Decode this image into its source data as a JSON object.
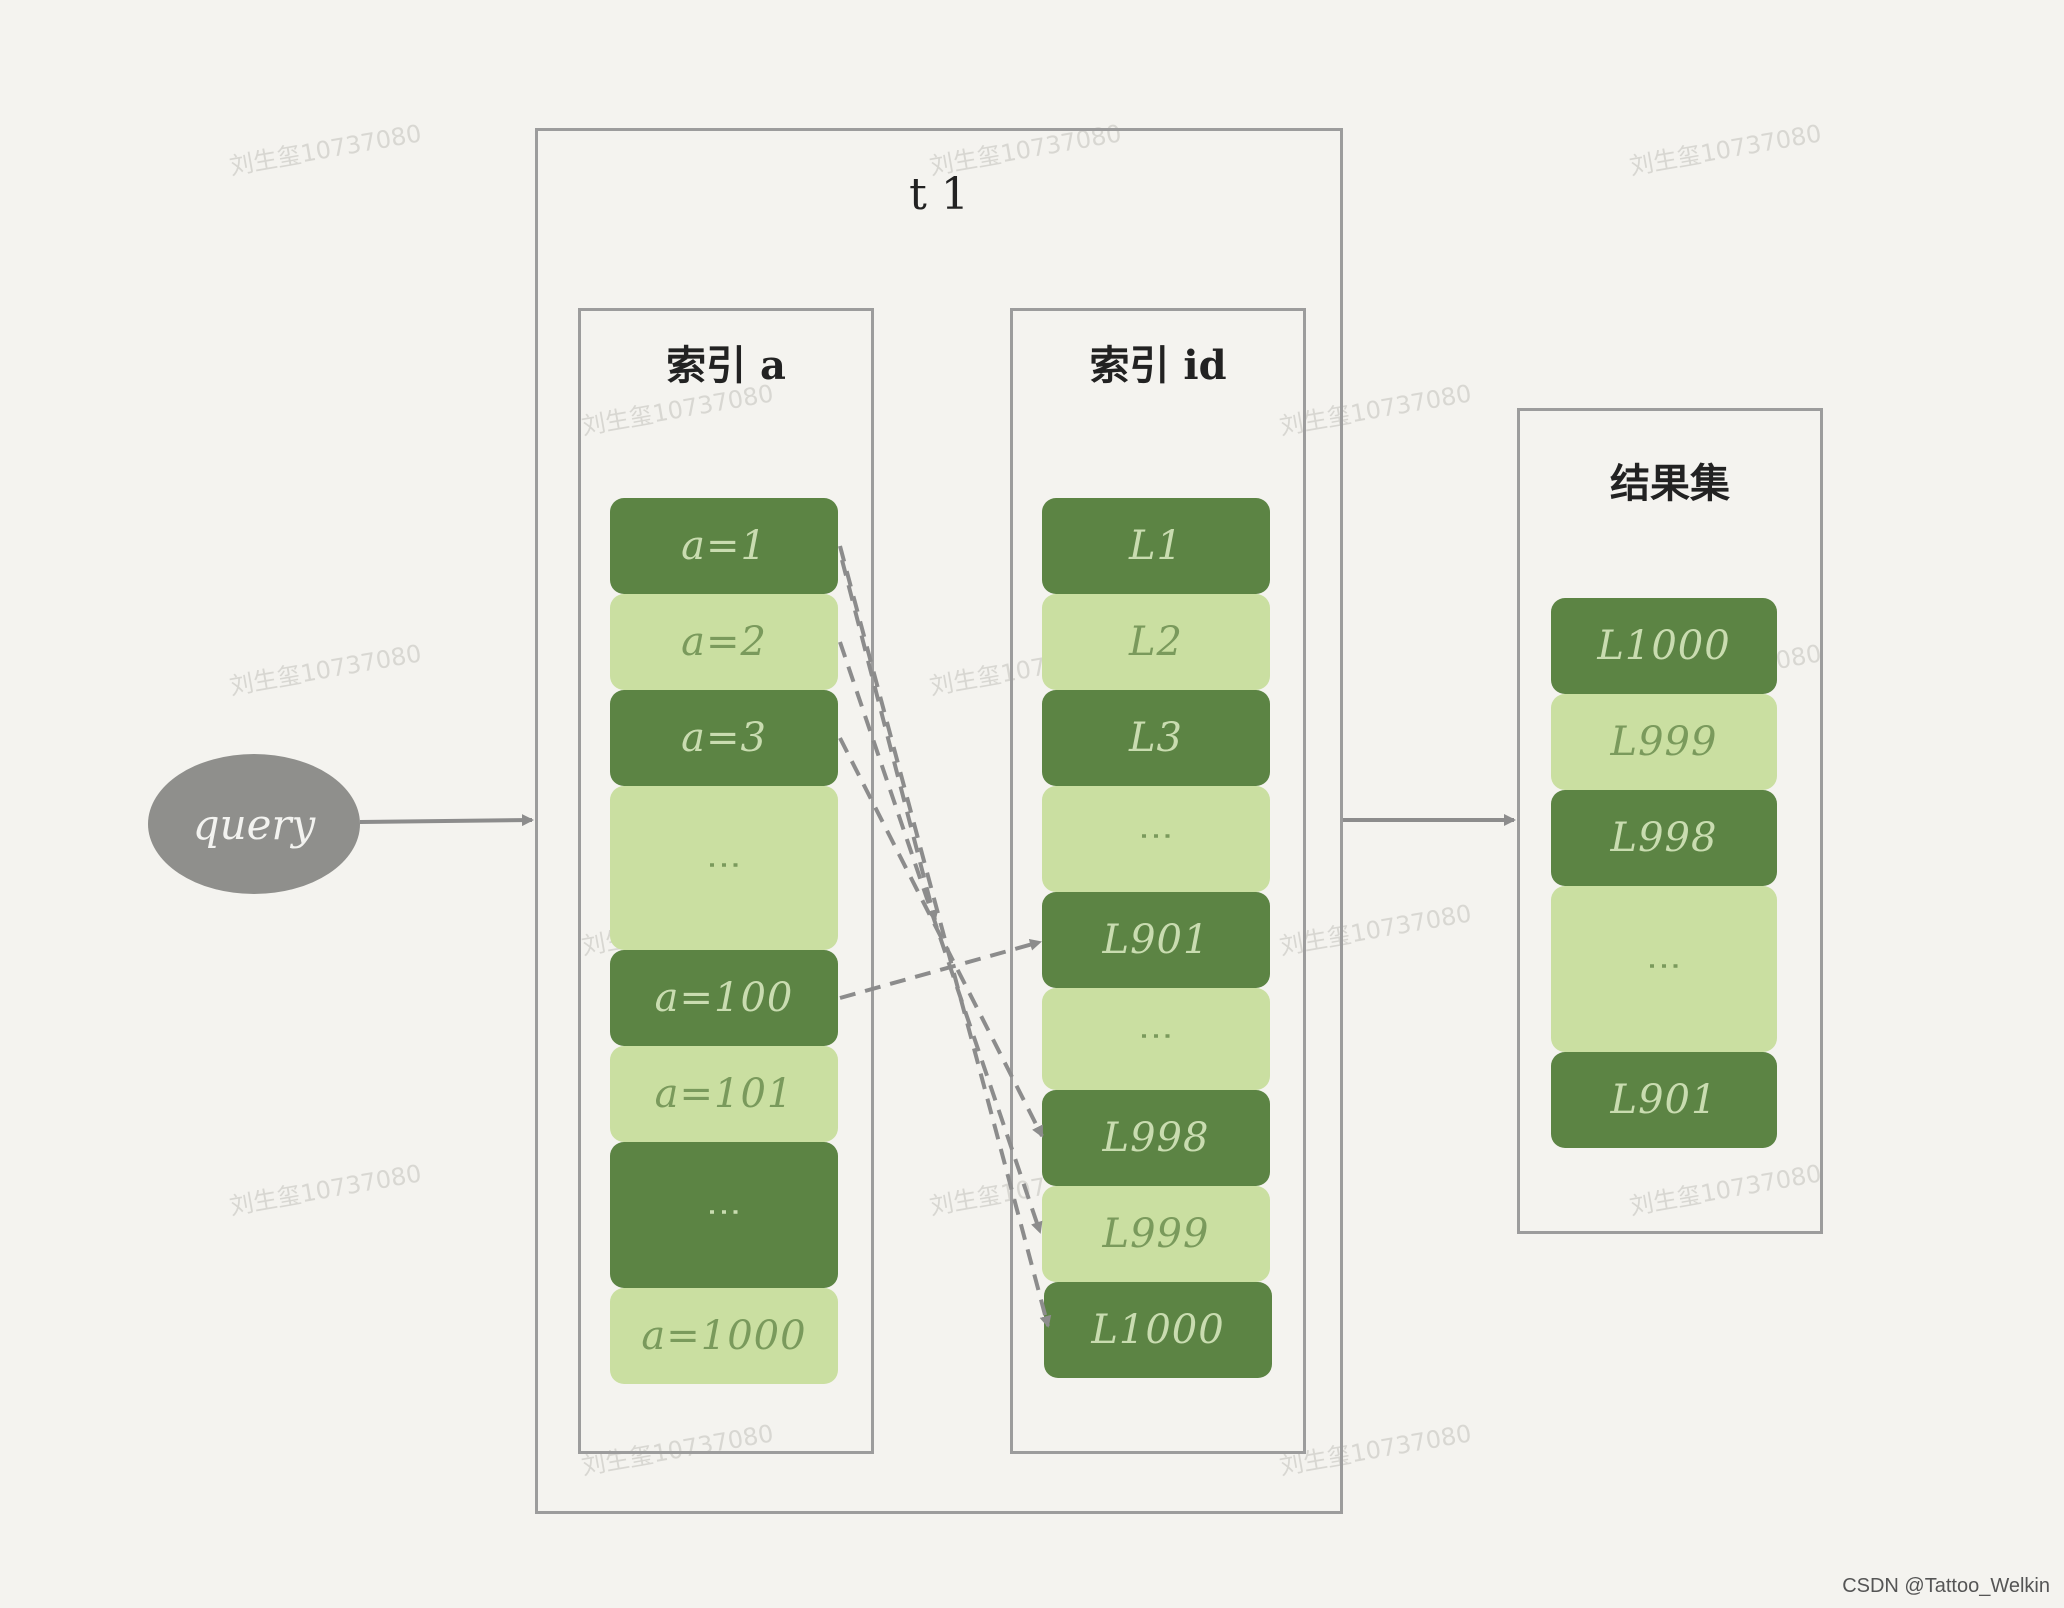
{
  "query_label": "query",
  "outer_title": "t 1",
  "index_a": {
    "title": "索引 a",
    "cells": [
      "a=1",
      "a=2",
      "a=3",
      "⋮",
      "a=100",
      "a=101",
      "⋮",
      "a=1000"
    ]
  },
  "index_id": {
    "title": "索引 id",
    "cells": [
      "L1",
      "L2",
      "L3",
      "⋮",
      "L901",
      "⋮",
      "L998",
      "L999",
      "L1000"
    ]
  },
  "result": {
    "title": "结果集",
    "cells": [
      "L1000",
      "L999",
      "L998",
      "⋮",
      "L901"
    ]
  },
  "watermark": "刘生玺10737080",
  "credit": "CSDN @Tattoo_Welkin",
  "colors": {
    "dark_green": "#5c8444",
    "light_green": "#cadfa1",
    "frame": "#9c9c9c",
    "arrow": "#8c8c8c",
    "background": "#f4f3ef"
  }
}
